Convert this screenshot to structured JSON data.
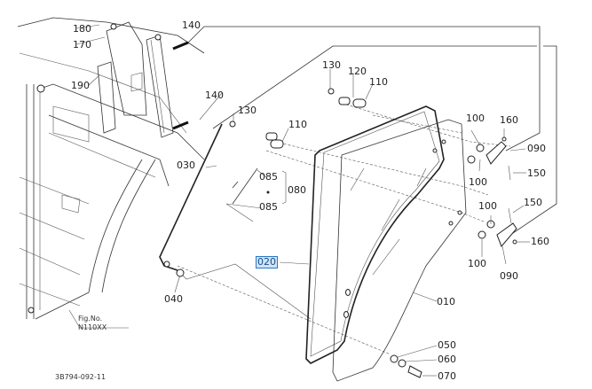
{
  "diagram": {
    "title": "Cabin door glass parts diagram",
    "figure_label": "Fig.No.",
    "figure_number": "N110XX",
    "drawing_code": "3B794-092-11",
    "selected_part": "020",
    "callouts": [
      {
        "id": "c180",
        "label": "180"
      },
      {
        "id": "c170",
        "label": "170"
      },
      {
        "id": "c140a",
        "label": "140"
      },
      {
        "id": "c190",
        "label": "190"
      },
      {
        "id": "c140b",
        "label": "140"
      },
      {
        "id": "c130a",
        "label": "130"
      },
      {
        "id": "c120",
        "label": "120"
      },
      {
        "id": "c110a",
        "label": "110"
      },
      {
        "id": "c130b",
        "label": "130"
      },
      {
        "id": "c110b",
        "label": "110"
      },
      {
        "id": "c100a",
        "label": "100"
      },
      {
        "id": "c160a",
        "label": "160"
      },
      {
        "id": "c090a",
        "label": "090"
      },
      {
        "id": "c150a",
        "label": "150"
      },
      {
        "id": "c100b",
        "label": "100"
      },
      {
        "id": "c030",
        "label": "030"
      },
      {
        "id": "c085a",
        "label": "085"
      },
      {
        "id": "c080",
        "label": "080"
      },
      {
        "id": "c085b",
        "label": "085"
      },
      {
        "id": "c100c",
        "label": "100"
      },
      {
        "id": "c150b",
        "label": "150"
      },
      {
        "id": "c160b",
        "label": "160"
      },
      {
        "id": "c100d",
        "label": "100"
      },
      {
        "id": "c090b",
        "label": "090"
      },
      {
        "id": "c020",
        "label": "020"
      },
      {
        "id": "c040",
        "label": "040"
      },
      {
        "id": "c010",
        "label": "010"
      },
      {
        "id": "c050",
        "label": "050"
      },
      {
        "id": "c060",
        "label": "060"
      },
      {
        "id": "c070",
        "label": "070"
      }
    ]
  }
}
